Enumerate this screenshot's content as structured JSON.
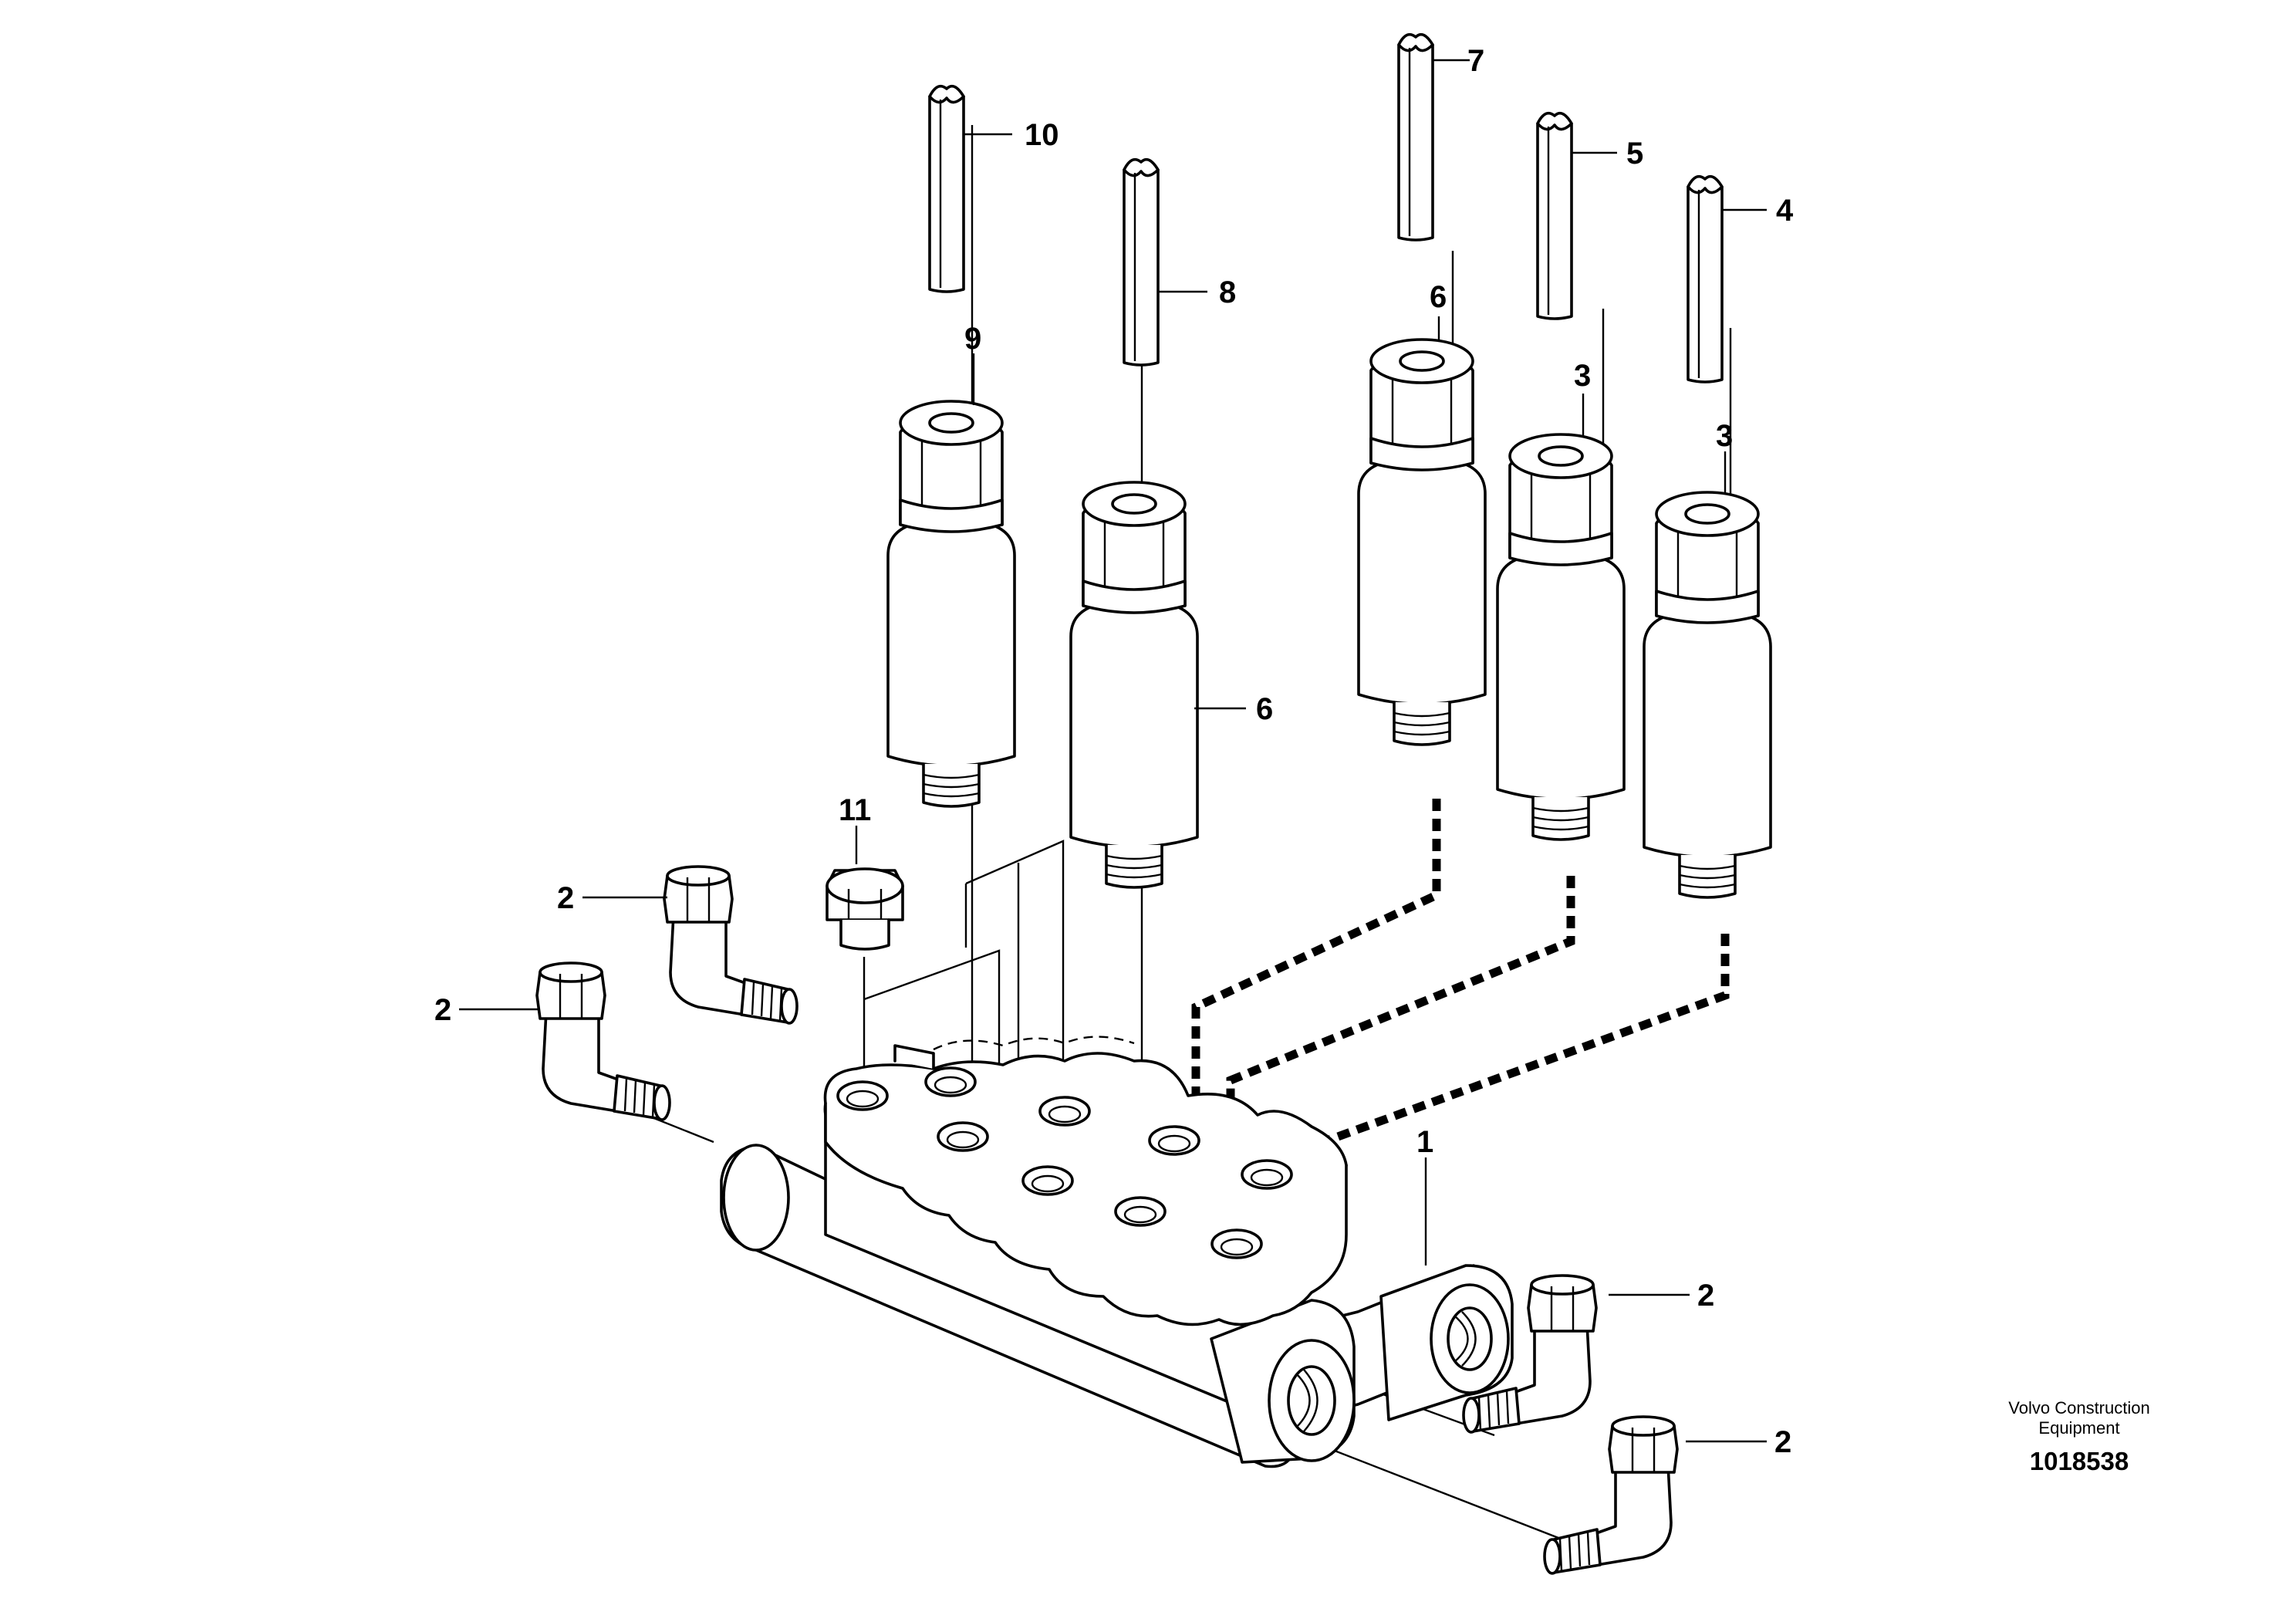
{
  "callouts": {
    "c1": "1",
    "c2a": "2",
    "c2b": "2",
    "c2c": "2",
    "c2d": "2",
    "c3a": "3",
    "c3b": "3",
    "c4": "4",
    "c5": "5",
    "c6a": "6",
    "c6b": "6",
    "c7": "7",
    "c8": "8",
    "c9": "9",
    "c10": "10",
    "c11": "11"
  },
  "caption": {
    "line1": "Volvo Construction",
    "line2": "Equipment",
    "doc_number": "1018538"
  }
}
